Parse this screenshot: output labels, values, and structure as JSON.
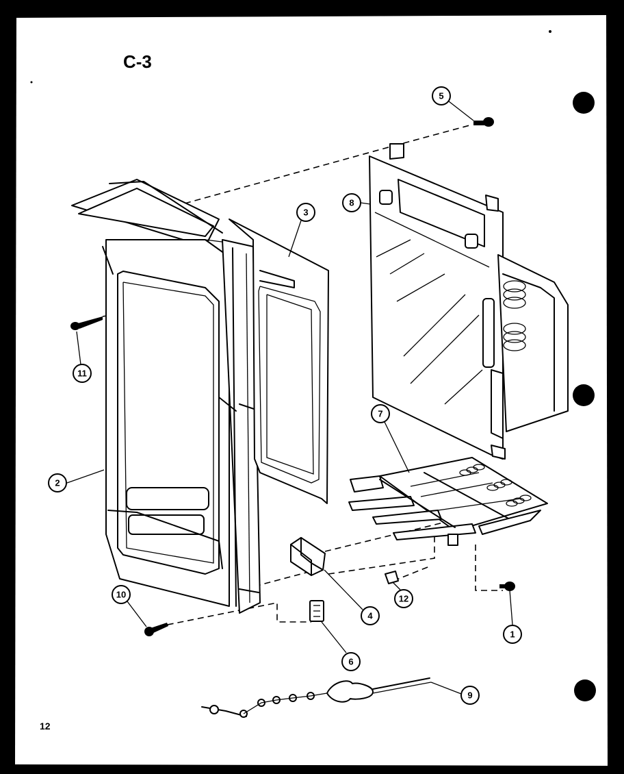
{
  "diagram": {
    "page_code": "C-3",
    "page_number": "12",
    "callouts": [
      "1",
      "2",
      "3",
      "4",
      "5",
      "6",
      "7",
      "8",
      "9",
      "10",
      "11",
      "12"
    ],
    "colors": {
      "paper": "#ffffff",
      "ink": "#000000",
      "edge": "#000000"
    }
  }
}
